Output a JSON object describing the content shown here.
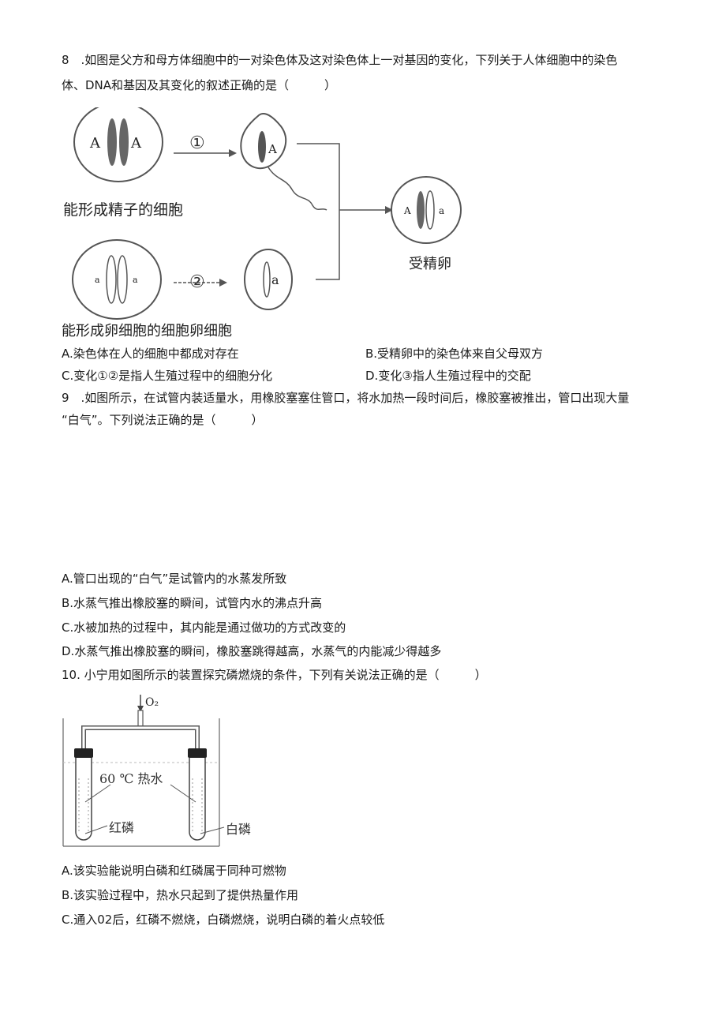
{
  "q8": {
    "stem_line1": "8　.如图是父方和母方体细胞中的一对染色体及这对染色体上一对基因的变化，下列关于人体细胞中的染色",
    "stem_line2": "体、DNA和基因及其变化的叙述正确的是（　　　）",
    "figure": {
      "sperm_cell_label": "能形成精子的细胞",
      "egg_cell_label": "能形成卵细胞的细胞卵细胞",
      "zygote_label": "受精卵",
      "step1": "①",
      "step2": "②",
      "gene_A": "A",
      "gene_a": "a"
    },
    "options": {
      "A": "A.染色体在人的细胞中都成对存在",
      "B": "B.受精卵中的染色体来自父母双方",
      "C": "C.变化①②是指人生殖过程中的细胞分化",
      "D": "D.变化③指人生殖过程中的交配"
    }
  },
  "q9": {
    "stem_line1": "9　.如图所示，在试管内装适量水，用橡胶塞塞住管口，将水加热一段时间后，橡胶塞被推出，管口出现大量",
    "stem_line2": "“白气”。下列说法正确的是（　　　）",
    "options": {
      "A": "A.管口出现的“白气”是试管内的水蒸发所致",
      "B": "B.水蒸气推出橡胶塞的瞬间，试管内水的沸点升高",
      "C": "C.水被加热的过程中，其内能是通过做功的方式改变的",
      "D": "D.水蒸气推出橡胶塞的瞬间，橡胶塞跳得越高，水蒸气的内能减少得越多"
    }
  },
  "q10": {
    "stem_line1": "10. 小宁用如图所示的装置探究磷燃烧的条件，下列有关说法正确的是（　　　）",
    "figure": {
      "gas_label": "O₂",
      "water_label": "60 ℃ 热水",
      "left_label": "红磷",
      "right_label": "白磷"
    },
    "options": {
      "A": "A.该实验能说明白磷和红磷属于同种可燃物",
      "B": "B.该实验过程中，热水只起到了提供热量作用",
      "C": "C.通入02后，红磷不燃烧，白磷燃烧，说明白磷的着火点较低"
    }
  }
}
